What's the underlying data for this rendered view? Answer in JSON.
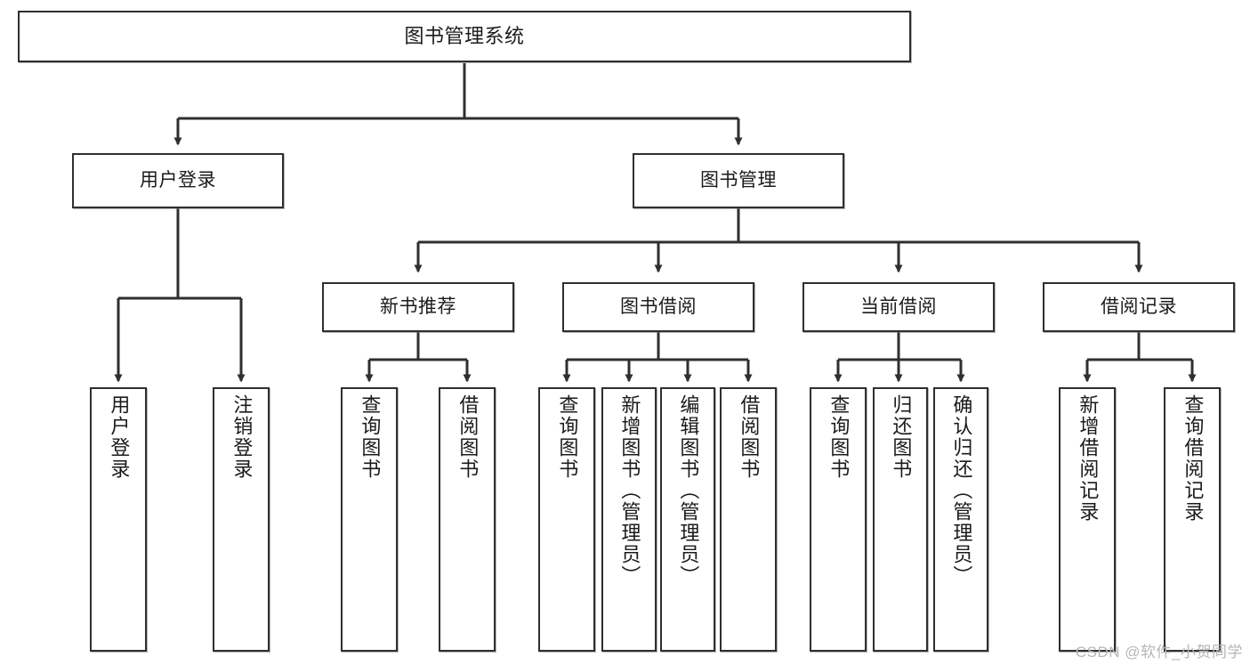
{
  "diagram": {
    "title": "图书管理系统",
    "type": "tree-hierarchy-diagram",
    "watermark": "CSDN @软件_小贺同学",
    "colors": {
      "background": "#ffffff",
      "node_border": "#2f2f2f",
      "node_fill": "#ffffff",
      "edge": "#2f2f2f",
      "text": "#1b1b1b",
      "watermark": "#b6b6b6"
    },
    "nodes": {
      "root": {
        "label": "图书管理系统"
      },
      "level2": [
        {
          "label": "用户登录"
        },
        {
          "label": "图书管理"
        }
      ],
      "level3": [
        {
          "label": "新书推荐"
        },
        {
          "label": "图书借阅"
        },
        {
          "label": "当前借阅"
        },
        {
          "label": "借阅记录"
        }
      ],
      "leaves": {
        "user_login": [
          {
            "label": "用户登录"
          },
          {
            "label": "注销登录"
          }
        ],
        "new_book_recommend": [
          {
            "label": "查询图书"
          },
          {
            "label": "借阅图书"
          }
        ],
        "book_borrow": [
          {
            "label": "查询图书"
          },
          {
            "label": "新增图书（管理员）"
          },
          {
            "label": "编辑图书（管理员）"
          },
          {
            "label": "借阅图书"
          }
        ],
        "current_borrow": [
          {
            "label": "查询图书"
          },
          {
            "label": "归还图书"
          },
          {
            "label": "确认归还（管理员）"
          }
        ],
        "borrow_record": [
          {
            "label": "新增借阅记录"
          },
          {
            "label": "查询借阅记录"
          }
        ]
      }
    }
  }
}
